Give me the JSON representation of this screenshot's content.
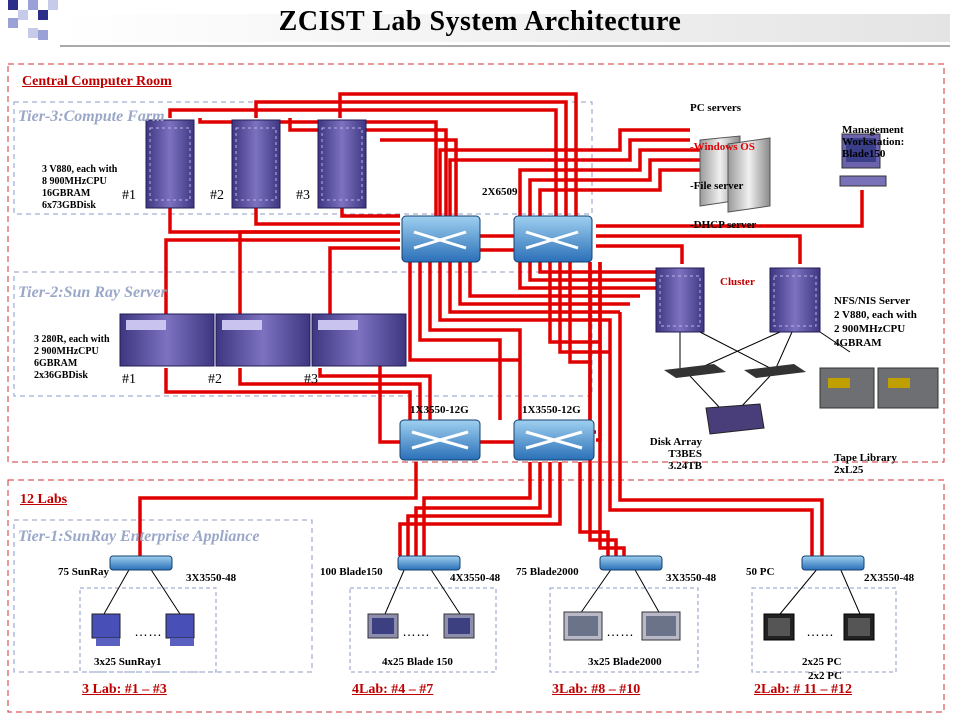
{
  "title": "ZCIST Lab System Architecture",
  "sections": {
    "central": "Central Computer Room",
    "labs": "12 Labs"
  },
  "tiers": {
    "tier3": "Tier-3:Compute Farm",
    "tier2": "Tier-2:Sun Ray Server",
    "tier1": "Tier-1:SunRay Enterprise Appliance"
  },
  "tier3_spec": [
    "3 V880, each with",
    "8 900MHzCPU",
    "16GBRAM",
    "6x73GBDisk"
  ],
  "tier2_spec": [
    "3 280R, each with",
    "2 900MHzCPU",
    "6GBRAM",
    "2x36GBDisk"
  ],
  "server_numbers": [
    "#1",
    "#2",
    "#3"
  ],
  "core_switch": "2X6509",
  "dist_switch": "1X3550-12G",
  "pc_servers": {
    "heading": "PC servers",
    "os": "-Windows OS",
    "items": [
      "-File server",
      "-DHCP server"
    ]
  },
  "management": [
    "Management",
    "Workstation:",
    "Blade150"
  ],
  "cluster": "Cluster",
  "nfs": [
    "NFS/NIS Server",
    "2 V880, each with",
    "2 900MHzCPU",
    "4GBRAM"
  ],
  "disk_array": [
    "Disk Array",
    "T3BES",
    "3.24TB"
  ],
  "tape_library": [
    "Tape Library",
    "2xL25"
  ],
  "labs": [
    {
      "clients": "75 SunRay",
      "switch": "3X3550-48",
      "group": "3x25 SunRay1",
      "range": "3 Lab: #1 – #3"
    },
    {
      "clients": "100 Blade150",
      "switch": "4X3550-48",
      "group": "4x25 Blade 150",
      "range": "4Lab: #4 – #7"
    },
    {
      "clients": "75 Blade2000",
      "switch": "3X3550-48",
      "group": "3x25 Blade2000",
      "range": "3Lab: #8 – #10"
    },
    {
      "clients": "50 PC",
      "switch": "2X3550-48",
      "group": "2x25 PC",
      "group2": "2x2 PC",
      "range": "2Lab: # 11 – #12"
    }
  ],
  "colors": {
    "link": "#e00000",
    "accent": "#c00000",
    "tier_text": "#9aa7c8",
    "switch": "#1e5fa8",
    "server": "#5a4f9a"
  }
}
